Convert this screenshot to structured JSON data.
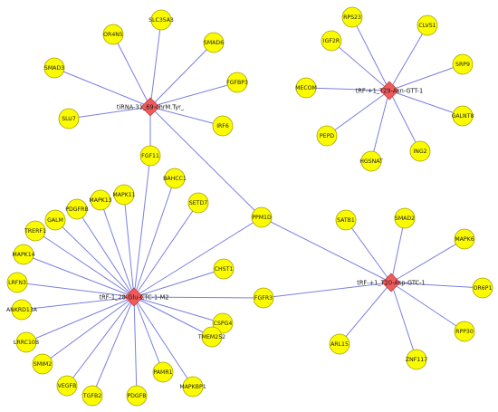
{
  "colors": {
    "gene": "#fbfb00",
    "hub": "#f05a5a",
    "edge": "#7b7fe0"
  },
  "hubs": {
    "h1": "tiRNA-31_69-chrM.Tyr_",
    "h2": "tRF-+1_T29-Asn-GTT-1",
    "h3": "tRF-1_28-Glu-CTC-1-M2",
    "h4": "tRF-+1_T20-Asp-GTC-1"
  },
  "genes": {
    "OR4N5": "OR4N5",
    "SLC35A3": "SLC35A3",
    "SMAD6": "SMAD6",
    "SMAD3": "SMAD3",
    "FGFBP3": "FGFBP3",
    "SLU7": "SLU7",
    "IRF6": "IRF6",
    "FGF11": "FGF11",
    "RPS23": "RPS23",
    "CLVS1": "CLVS1",
    "IGF2R": "IGF2R",
    "SRP9": "SRP9",
    "MECOM": "MECOM",
    "GALNT8": "GALNT8",
    "PEPD": "PEPD",
    "ING2": "ING2",
    "HGSNAT": "HGSNAT",
    "PPM1D": "PPM1D",
    "BAHCC1": "BAHCC1",
    "MAPK13": "MAPK13",
    "MAPK11": "MAPK11",
    "PDGFRB": "PDGFRB",
    "GALM": "GALM",
    "TRERF1": "TRERF1",
    "SETD7": "SETD7",
    "MAPK14": "MAPK14",
    "LRFN3": "LRFN3",
    "CHST1": "CHST1",
    "ANKRD13A": "ANKRD13A",
    "FGFR3": "FGFR3",
    "CSPG4": "CSPG4",
    "LRRC10B": "LRRC10B",
    "SMIM2": "SMIM2",
    "TMEM252": "TMEM252",
    "VEGFB": "VEGFB",
    "TGFB2": "TGFB2",
    "PDGFB": "PDGFB",
    "PAMR1": "PAMR1",
    "MAPKBP1": "MAPKBP1",
    "SATB1": "SATB1",
    "SMAD2": "SMAD2",
    "MAPK6": "MAPK6",
    "OR6P1": "OR6P1",
    "RPP30": "RPP30",
    "ZNF117": "ZNF117",
    "ARL15": "ARL15"
  },
  "edges": [
    [
      "h1",
      "OR4N5"
    ],
    [
      "h1",
      "SLC35A3"
    ],
    [
      "h1",
      "SMAD6"
    ],
    [
      "h1",
      "SMAD3"
    ],
    [
      "h1",
      "FGFBP3"
    ],
    [
      "h1",
      "SLU7"
    ],
    [
      "h1",
      "IRF6"
    ],
    [
      "h1",
      "FGF11"
    ],
    [
      "h1",
      "PPM1D"
    ],
    [
      "h2",
      "RPS23"
    ],
    [
      "h2",
      "CLVS1"
    ],
    [
      "h2",
      "IGF2R"
    ],
    [
      "h2",
      "SRP9"
    ],
    [
      "h2",
      "MECOM"
    ],
    [
      "h2",
      "GALNT8"
    ],
    [
      "h2",
      "PEPD"
    ],
    [
      "h2",
      "ING2"
    ],
    [
      "h2",
      "HGSNAT"
    ],
    [
      "h3",
      "FGF11"
    ],
    [
      "h3",
      "PPM1D"
    ],
    [
      "h3",
      "BAHCC1"
    ],
    [
      "h3",
      "MAPK13"
    ],
    [
      "h3",
      "MAPK11"
    ],
    [
      "h3",
      "PDGFRB"
    ],
    [
      "h3",
      "GALM"
    ],
    [
      "h3",
      "TRERF1"
    ],
    [
      "h3",
      "SETD7"
    ],
    [
      "h3",
      "MAPK14"
    ],
    [
      "h3",
      "LRFN3"
    ],
    [
      "h3",
      "CHST1"
    ],
    [
      "h3",
      "ANKRD13A"
    ],
    [
      "h3",
      "FGFR3"
    ],
    [
      "h3",
      "CSPG4"
    ],
    [
      "h3",
      "LRRC10B"
    ],
    [
      "h3",
      "SMIM2"
    ],
    [
      "h3",
      "TMEM252"
    ],
    [
      "h3",
      "VEGFB"
    ],
    [
      "h3",
      "TGFB2"
    ],
    [
      "h3",
      "PDGFB"
    ],
    [
      "h3",
      "PAMR1"
    ],
    [
      "h3",
      "MAPKBP1"
    ],
    [
      "h4",
      "PPM1D"
    ],
    [
      "h4",
      "FGFR3"
    ],
    [
      "h4",
      "SATB1"
    ],
    [
      "h4",
      "SMAD2"
    ],
    [
      "h4",
      "MAPK6"
    ],
    [
      "h4",
      "OR6P1"
    ],
    [
      "h4",
      "RPP30"
    ],
    [
      "h4",
      "ZNF117"
    ],
    [
      "h4",
      "ARL15"
    ]
  ]
}
